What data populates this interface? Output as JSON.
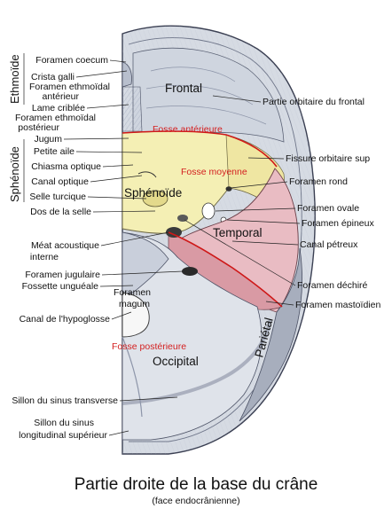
{
  "title": "Partie droite de la  base du crâne",
  "subtitle": "(face endocrânienne)",
  "bones": {
    "frontal": "Frontal",
    "sphenoid": "Sphénoïde",
    "temporal": "Temporal",
    "occipital": "Occipital",
    "parietal": "Pariétal"
  },
  "side_labels": {
    "ethmoid": "Ethmoïde",
    "sphenoid": "Sphénoïde"
  },
  "fossae": {
    "anterior": "Fosse antérieure",
    "middle": "Fosse moyenne",
    "posterior": "Fosse postérieure"
  },
  "left_labels": [
    "Foramen coecum",
    "Crista galli",
    "Foramen ethmoïdal",
    "antérieur",
    "Lame criblée",
    "Foramen ethmoïdal",
    "postérieur",
    "Jugum",
    "Petite aile",
    "Chiasma optique",
    "Canal optique",
    "Selle turcique",
    "Dos de la selle",
    "Méat acoustique",
    "interne",
    "Foramen jugulaire",
    "Fossette unguéale",
    "Foramen",
    "magum",
    "Canal de l'hypoglosse",
    "Sillon du sinus transverse",
    "Sillon du sinus",
    "longitudinal supérieur"
  ],
  "right_labels": [
    "Partie orbitaire du frontal",
    "Fissure orbitaire sup",
    "Foramen rond",
    "Foramen ovale",
    "Foramen épineux",
    "Canal pétreux",
    "Foramen déchiré",
    "Foramen mastoïdien"
  ],
  "colors": {
    "bone": "#d6dbe3",
    "sphenoid": "#f4efb4",
    "temporal": "#e9bcc3",
    "outline": "#3a3f52",
    "fossa_line": "#d01818"
  }
}
